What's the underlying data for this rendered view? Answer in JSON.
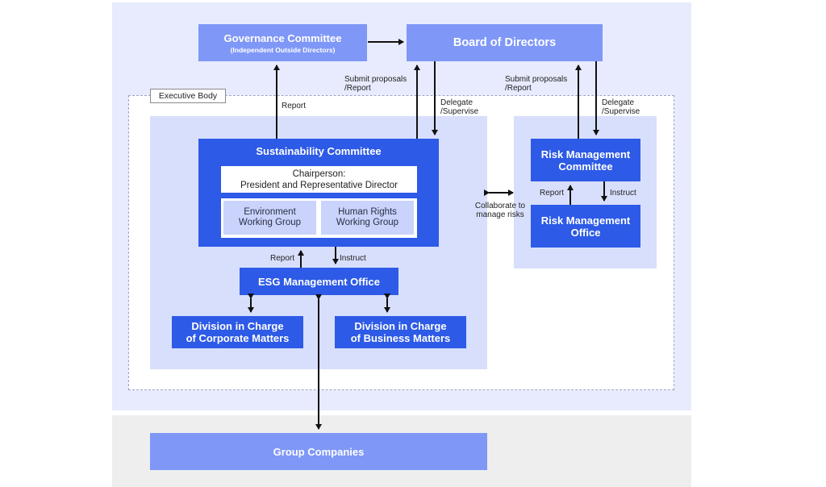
{
  "governance": {
    "title": "Governance Committee",
    "subtitle": "(Independent Outside Directors)"
  },
  "board": {
    "title": "Board of Directors"
  },
  "executive_body": {
    "label": "Executive Body"
  },
  "sustainability": {
    "title": "Sustainability Committee",
    "chair_line1": "Chairperson:",
    "chair_line2": "President and Representative Director",
    "wg_env_line1": "Environment",
    "wg_env_line2": "Working Group",
    "wg_hr_line1": "Human Rights",
    "wg_hr_line2": "Working Group"
  },
  "esg_office": {
    "title": "ESG Management Office"
  },
  "division_corporate": {
    "line1": "Division in Charge",
    "line2": "of Corporate Matters"
  },
  "division_business": {
    "line1": "Division in Charge",
    "line2": "of Business Matters"
  },
  "risk_committee": {
    "line1": "Risk Management",
    "line2": "Committee"
  },
  "risk_office": {
    "line1": "Risk Management",
    "line2": "Office"
  },
  "group_companies": {
    "title": "Group Companies"
  },
  "labels": {
    "report": "Report",
    "instruct": "Instruct",
    "submit_line1": "Submit proposals",
    "submit_line2": "/Report",
    "delegate_line1": "Delegate",
    "delegate_line2": "/Supervise",
    "collaborate_line1": "Collaborate to",
    "collaborate_line2": "manage risks"
  },
  "colors": {
    "outer_panel": "#e7ebfd",
    "inner_panel": "#d8dffc",
    "bottom_panel": "#eeeeee",
    "light_box": "#7f97f7",
    "dark_box": "#2d5ae6",
    "working_group": "#c9d3fc",
    "arrow": "#111111"
  }
}
